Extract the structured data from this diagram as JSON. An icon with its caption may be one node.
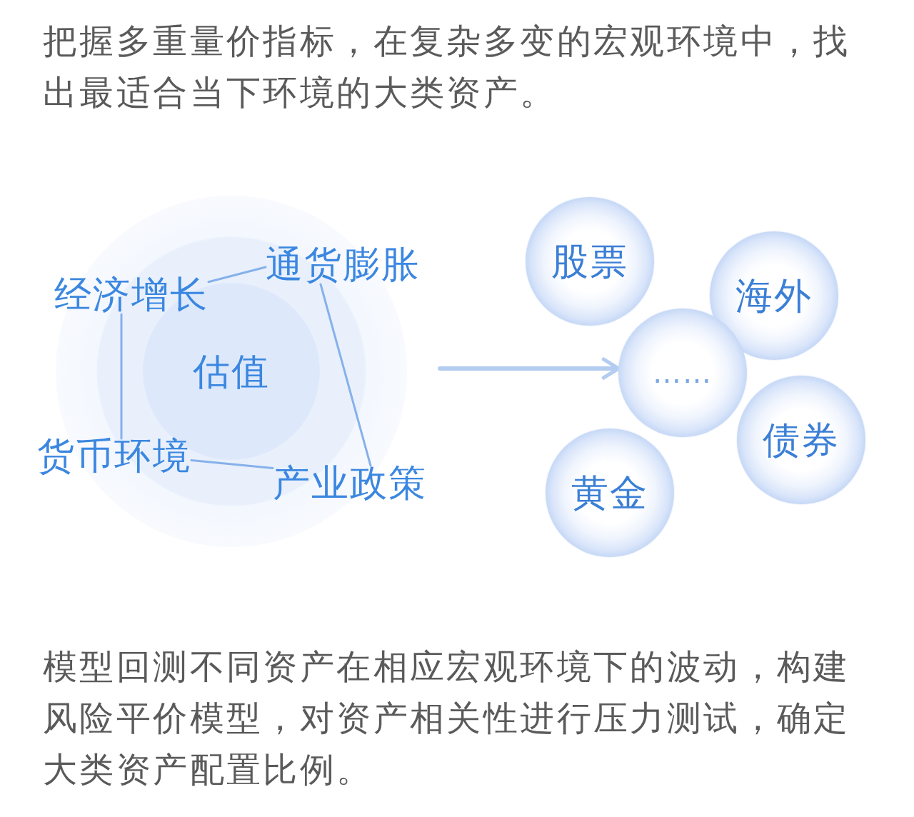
{
  "diagram": {
    "nodes": [
      {
        "text": [
          "估值"
        ]
      },
      {
        "text": [
          "通货膨胀"
        ]
      },
      {
        "text": [
          "经济增长"
        ]
      },
      {
        "text": [
          "货币环境"
        ]
      },
      {
        "text": [
          "产业政策"
        ]
      },
      {
        "text": [
          "股票"
        ]
      },
      {
        "text": [
          "海外"
        ]
      },
      {
        "text": [
          "……"
        ]
      },
      {
        "text": [
          "债券"
        ]
      },
      {
        "text": [
          "黄金"
        ]
      }
    ],
    "edges": [
      {
        "from": 2,
        "to": 1,
        "arrow": "none"
      },
      {
        "from": 1,
        "to": 4,
        "arrow": "none"
      },
      {
        "from": 2,
        "to": 3,
        "arrow": "none"
      },
      {
        "from": 3,
        "to": 4,
        "arrow": "none"
      },
      {
        "from": null,
        "to": 7,
        "arrow": "to",
        "style": "thick",
        "color": "#b3cdf1"
      }
    ],
    "labels": [
      "把握多重量价指标，在复杂多变的宏观环境中，找出最适合当下环境的大类资产。",
      "模型回测不同资产在相应宏观环境下的波动，构建风险平价模型，对资产相关性进行压力测试，确定大类资产配置比例。"
    ]
  }
}
